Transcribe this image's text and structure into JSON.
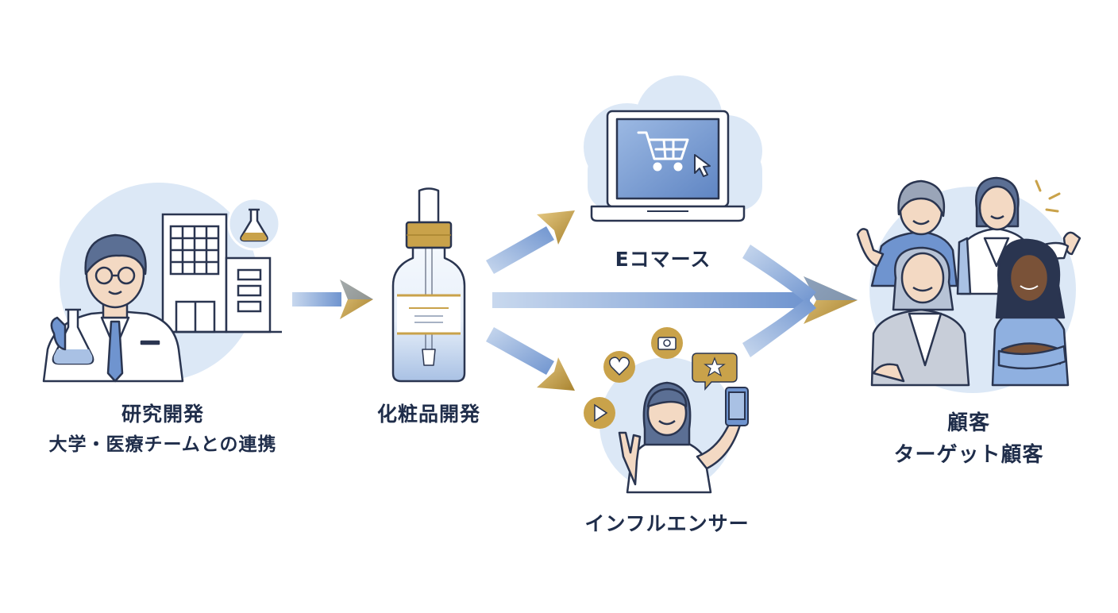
{
  "nodes": {
    "research": {
      "title": "研究開発",
      "subtitle": "大学・医療チームとの連携"
    },
    "cosmetics": {
      "title": "化粧品開発"
    },
    "ecommerce": {
      "title": "Eコマース"
    },
    "influencer": {
      "title": "インフルエンサー"
    },
    "customer": {
      "title": "顧客",
      "subtitle": "ターゲット顧客"
    }
  },
  "colors": {
    "navy": "#1f2d4a",
    "blue": "#6f94cf",
    "light_blue": "#dce8f6",
    "gold": "#c9a24a",
    "line": "#2a3550"
  },
  "icons": [
    "scientist-icon",
    "building-icon",
    "flask-icon",
    "dropper-bottle-icon",
    "laptop-icon",
    "shopping-cart-icon",
    "cursor-icon",
    "cloud-icon",
    "heart-icon",
    "camera-icon",
    "star-icon",
    "play-icon",
    "smartphone-icon",
    "customers-group-icon"
  ]
}
